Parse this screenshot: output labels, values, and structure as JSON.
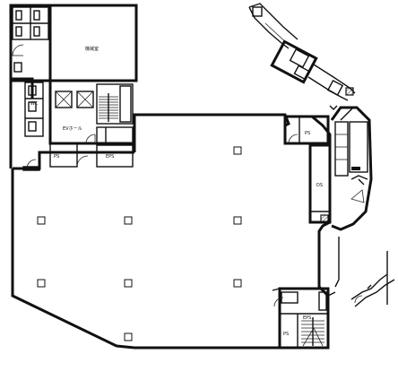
{
  "labels": {
    "core_room": "機械室",
    "wc": "WC",
    "ev_hall": "EVホール",
    "ps": "PS",
    "eps": "EPS",
    "ps_right": "PS",
    "ds": "DS",
    "ps_bottom": "PS",
    "eps_bottom": "EPS"
  }
}
